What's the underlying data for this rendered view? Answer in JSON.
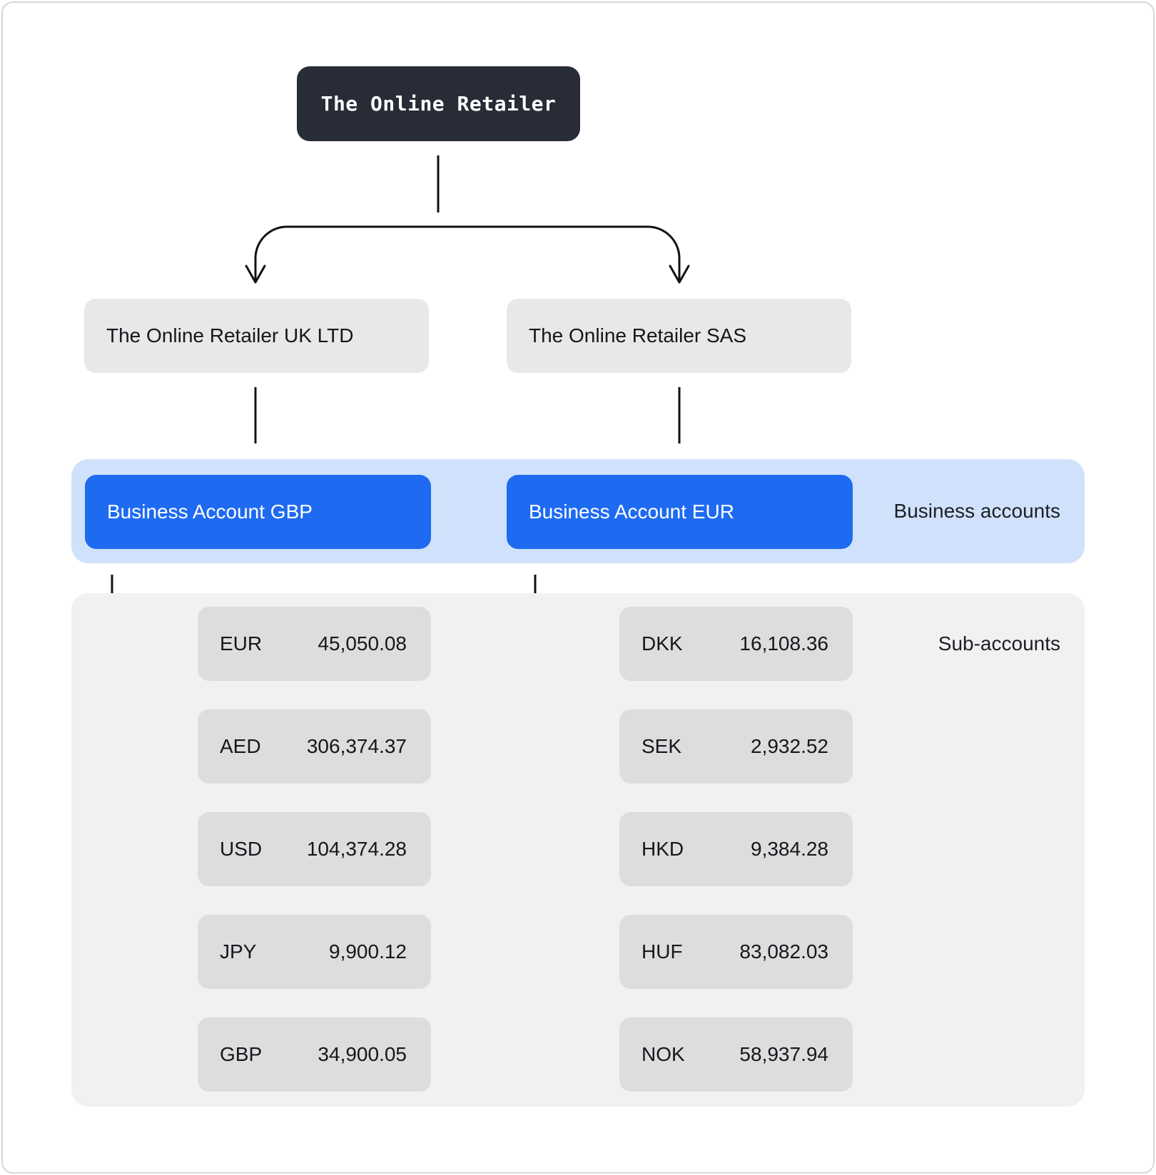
{
  "root": {
    "label": "The Online Retailer"
  },
  "companies": [
    {
      "name": "The Online Retailer UK LTD"
    },
    {
      "name": "The Online Retailer SAS"
    }
  ],
  "business_accounts": {
    "group_label": "Business accounts",
    "accounts": [
      {
        "label": "Business Account GBP"
      },
      {
        "label": "Business Account EUR"
      }
    ]
  },
  "sub_accounts": {
    "group_label": "Sub-accounts",
    "columns": [
      {
        "rows": [
          {
            "currency": "EUR",
            "amount": "45,050.08"
          },
          {
            "currency": "AED",
            "amount": "306,374.37"
          },
          {
            "currency": "USD",
            "amount": "104,374.28"
          },
          {
            "currency": "JPY",
            "amount": "9,900.12"
          },
          {
            "currency": "GBP",
            "amount": "34,900.05"
          }
        ]
      },
      {
        "rows": [
          {
            "currency": "DKK",
            "amount": "16,108.36"
          },
          {
            "currency": "SEK",
            "amount": "2,932.52"
          },
          {
            "currency": "HKD",
            "amount": "9,384.28"
          },
          {
            "currency": "HUF",
            "amount": "83,082.03"
          },
          {
            "currency": "NOK",
            "amount": "58,937.94"
          }
        ]
      }
    ]
  },
  "colors": {
    "root_node_bg": "#282c37",
    "company_node_bg": "#e9e7e8",
    "band_bg": "#d0e2fb",
    "account_button_bg": "#1e6bf2",
    "panel_bg": "#f2f0f1",
    "sub_box_bg": "#dedcdd",
    "line": "#101114",
    "text_dark": "#15171c"
  }
}
